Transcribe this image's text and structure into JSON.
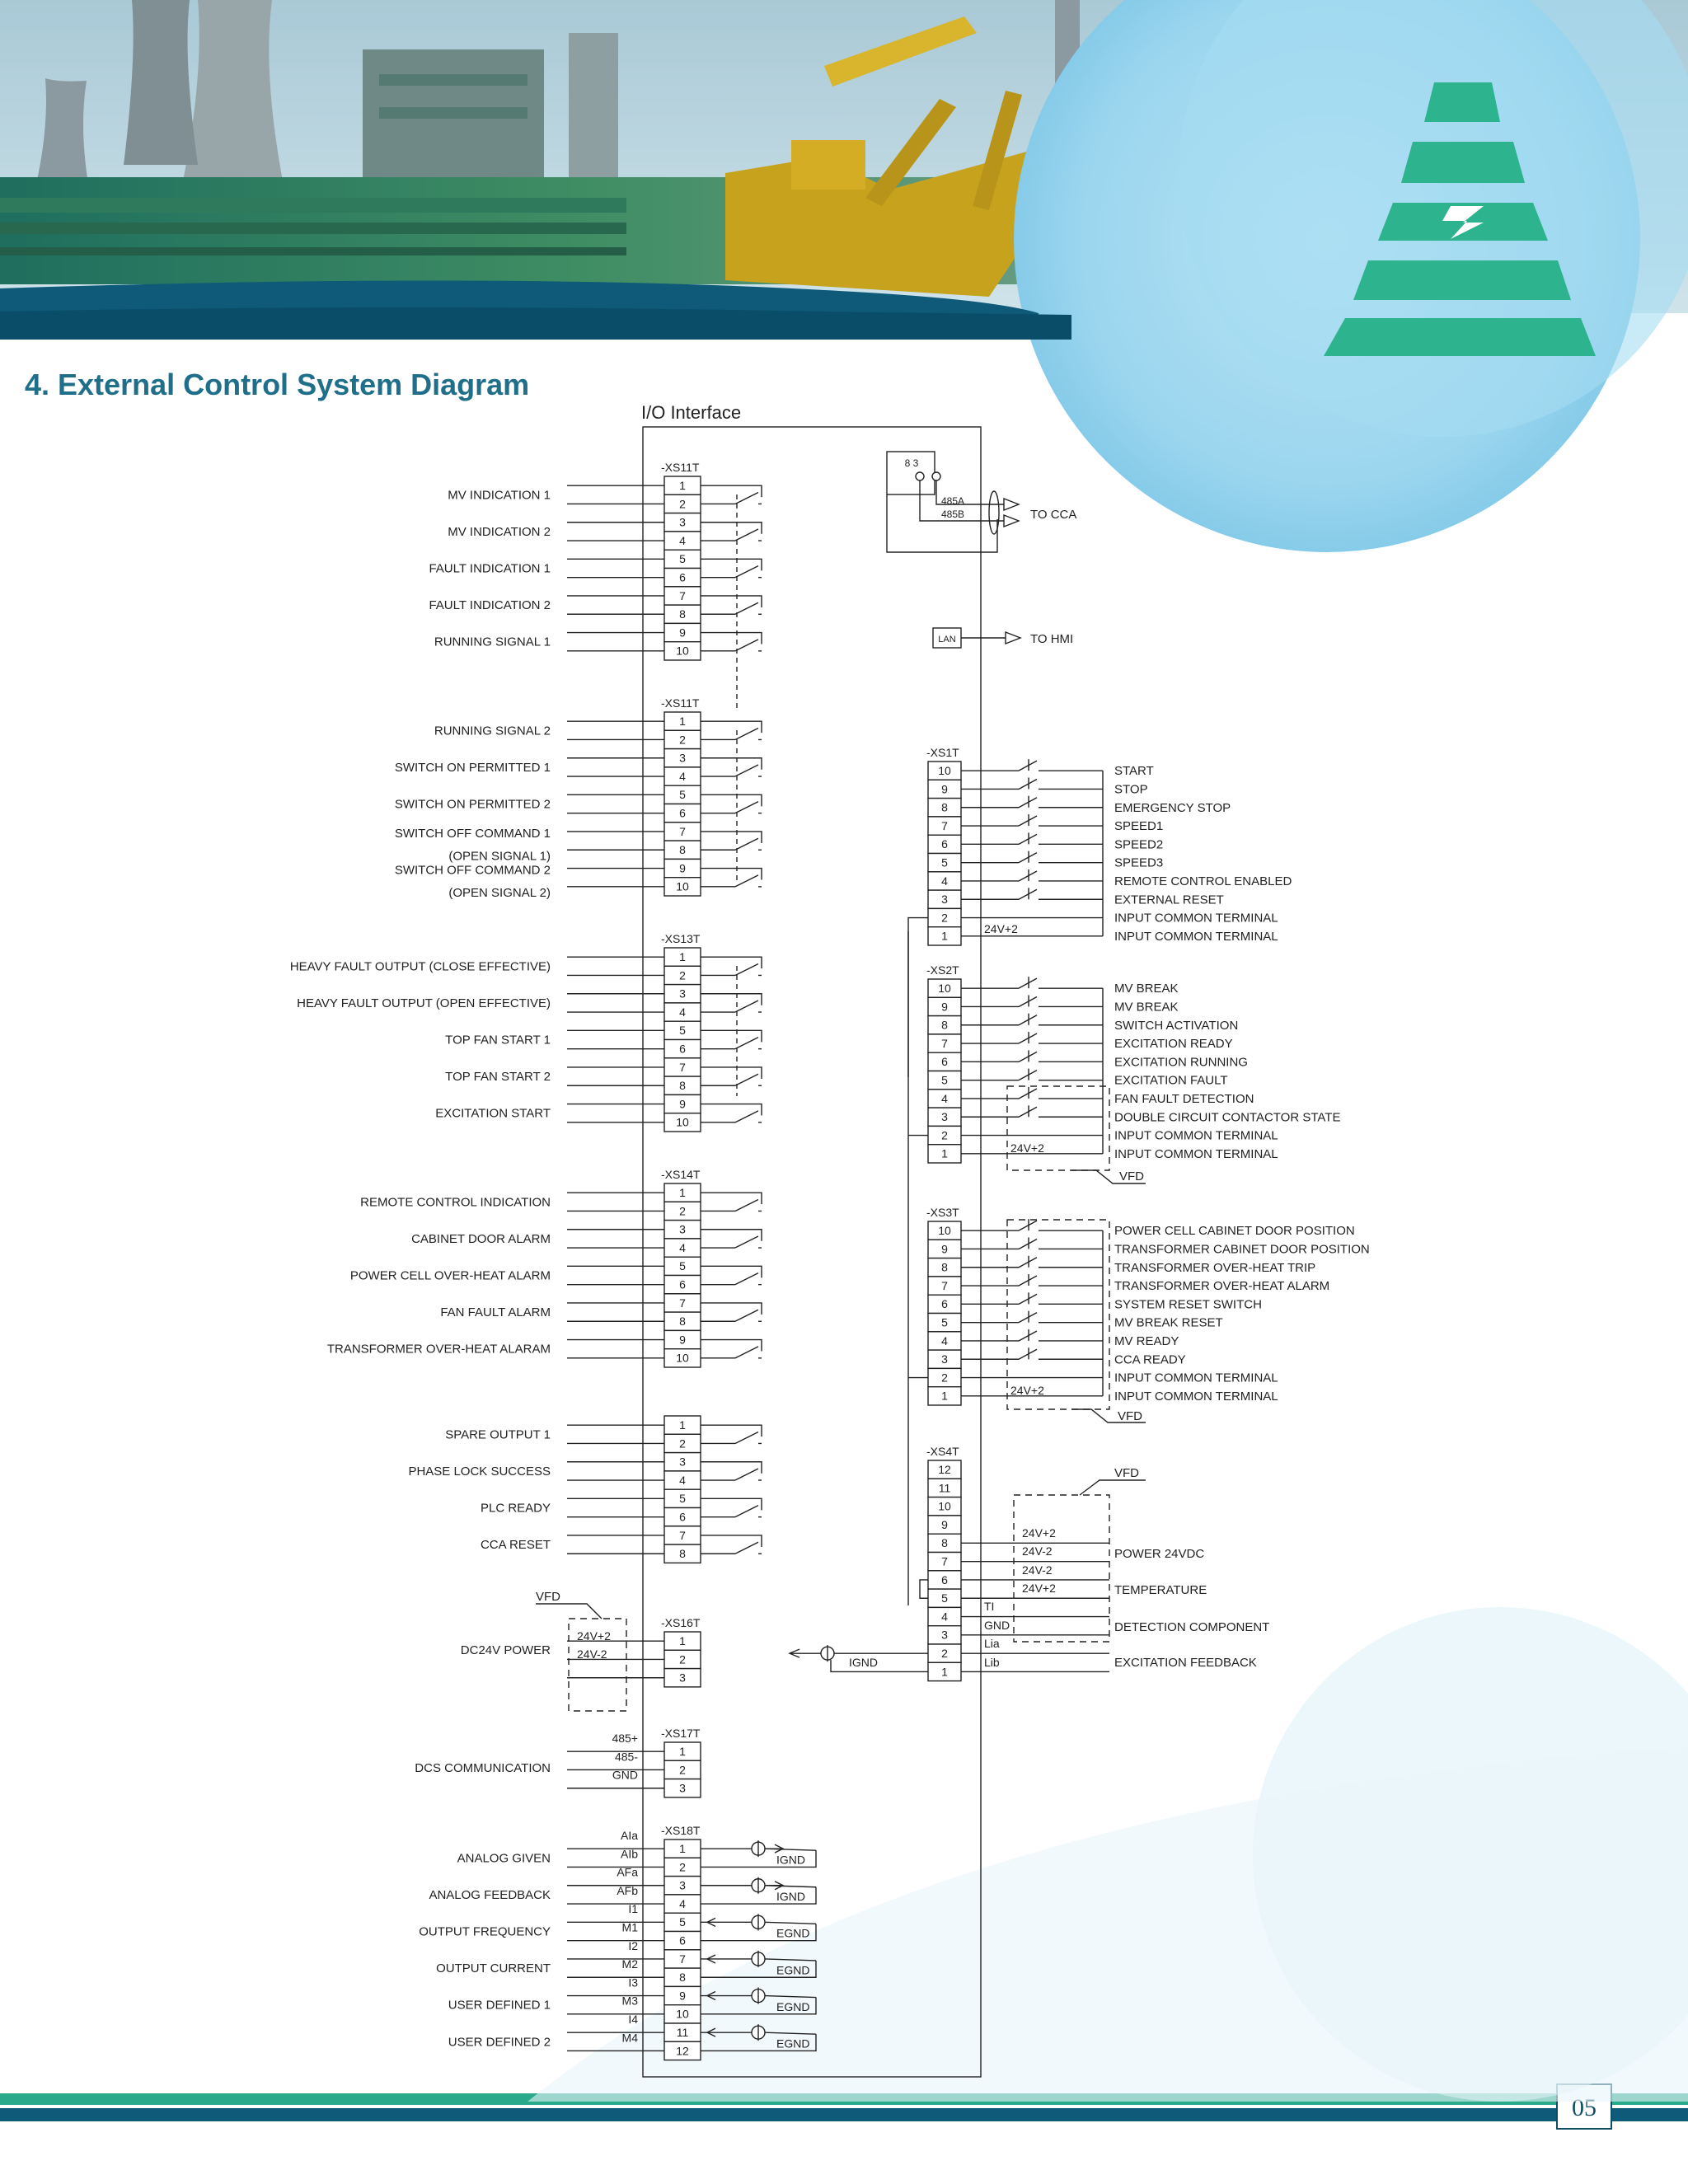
{
  "page": {
    "title": "4. External Control System Diagram",
    "page_number": "05"
  },
  "io": {
    "title": "I/O Interface"
  },
  "colors": {
    "title": "#1f6f8b",
    "band_dark": "#0e5a78",
    "band_teal": "#2aa98b",
    "logo_green": "#2db38d",
    "sky": "#9ed8ef",
    "line": "#222222"
  },
  "xs11a": {
    "label": "-XS11T",
    "signals": [
      "MV INDICATION 1",
      "MV INDICATION 2",
      "FAULT INDICATION 1",
      "FAULT INDICATION 2",
      "RUNNING SIGNAL 1"
    ]
  },
  "xs11b": {
    "label": "-XS11T",
    "signals": [
      "RUNNING SIGNAL 2",
      "SWITCH ON PERMITTED 1",
      "SWITCH ON PERMITTED 2",
      "SWITCH OFF COMMAND 1",
      "(OPEN SIGNAL 1)",
      "SWITCH OFF COMMAND 2",
      "(OPEN SIGNAL 2)"
    ]
  },
  "xs13": {
    "label": "-XS13T",
    "signals": [
      "HEAVY FAULT OUTPUT (CLOSE EFFECTIVE)",
      "HEAVY FAULT OUTPUT (OPEN EFFECTIVE)",
      "TOP FAN START 1",
      "TOP FAN START 2",
      "EXCITATION START"
    ]
  },
  "xs14": {
    "label": "-XS14T",
    "signals": [
      "REMOTE CONTROL INDICATION",
      "CABINET DOOR ALARM",
      "POWER CELL OVER-HEAT ALARM",
      "FAN FAULT ALARM",
      "TRANSFORMER OVER-HEAT ALARAM"
    ]
  },
  "xs15": {
    "signals": [
      "SPARE OUTPUT 1",
      "PHASE LOCK SUCCESS",
      "PLC READY",
      "CCA RESET"
    ]
  },
  "xs16": {
    "label": "-XS16T",
    "vfd": "VFD",
    "signal": "DC24V POWER",
    "plus": "24V+2",
    "minus": "24V-2"
  },
  "xs17": {
    "label": "-XS17T",
    "signal": "DCS COMMUNICATION",
    "pins": [
      "485+",
      "485-",
      "GND"
    ]
  },
  "xs18": {
    "label": "-XS18T",
    "signals": [
      "ANALOG GIVEN",
      "ANALOG FEEDBACK",
      "OUTPUT FREQUENCY",
      "OUTPUT CURRENT",
      "USER DEFINED 1",
      "USER DEFINED 2"
    ],
    "pins": [
      "AIa",
      "AIb",
      "AFa",
      "AFb",
      "I1",
      "M1",
      "I2",
      "M2",
      "I3",
      "M3",
      "I4",
      "M4"
    ],
    "grounds": [
      "IGND",
      "IGND",
      "EGND",
      "EGND",
      "EGND",
      "EGND"
    ]
  },
  "comm": {
    "db9_pins": [
      "8",
      "3"
    ],
    "rs485": [
      "485A",
      "485B"
    ],
    "to_cca": "TO CCA",
    "lan": "LAN",
    "to_hmi": "TO HMI"
  },
  "xs1": {
    "label": "-XS1T",
    "signals": [
      "START",
      "STOP",
      "EMERGENCY STOP",
      "SPEED1",
      "SPEED2",
      "SPEED3",
      "REMOTE CONTROL ENABLED",
      "EXTERNAL RESET",
      "INPUT COMMON TERMINAL",
      "INPUT COMMON TERMINAL"
    ],
    "supply": "24V+2"
  },
  "xs2": {
    "label": "-XS2T",
    "signals": [
      "MV BREAK",
      "MV BREAK",
      "SWITCH ACTIVATION",
      "EXCITATION READY",
      "EXCITATION RUNNING",
      "EXCITATION FAULT",
      "FAN FAULT DETECTION",
      "DOUBLE CIRCUIT CONTACTOR STATE",
      "INPUT COMMON TERMINAL",
      "INPUT COMMON TERMINAL"
    ],
    "supply": "24V+2",
    "vfd": "VFD"
  },
  "xs3": {
    "label": "-XS3T",
    "signals": [
      "POWER CELL CABINET DOOR POSITION",
      "TRANSFORMER CABINET DOOR POSITION",
      "TRANSFORMER OVER-HEAT TRIP",
      "TRANSFORMER OVER-HEAT ALARM",
      "SYSTEM RESET SWITCH",
      "MV BREAK RESET",
      "MV READY",
      "CCA READY",
      "INPUT COMMON TERMINAL",
      "INPUT COMMON TERMINAL"
    ],
    "supply": "24V+2",
    "vfd": "VFD"
  },
  "xs4": {
    "label": "-XS4T",
    "vfd": "VFD",
    "wires": [
      "24V+2",
      "24V-2",
      "24V-2",
      "24V+2",
      "TI",
      "GND",
      "Lia",
      "Lib"
    ],
    "groups": [
      "POWER 24VDC",
      "TEMPERATURE",
      "DETECTION COMPONENT",
      "EXCITATION FEEDBACK"
    ],
    "ignd": "IGND"
  }
}
